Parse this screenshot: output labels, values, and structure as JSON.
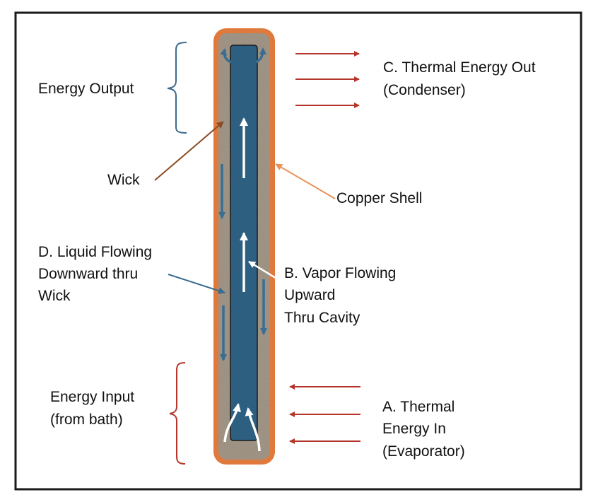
{
  "labels": {
    "energy_output": "Energy Output",
    "thermal_out": [
      "C. Thermal Energy Out",
      "(Condenser)"
    ],
    "wick": "Wick",
    "copper_shell": "Copper Shell",
    "liquid_flowing": [
      "D. Liquid Flowing",
      "Downward thru",
      "Wick"
    ],
    "vapor_flowing": [
      "B. Vapor Flowing",
      "Upward",
      "Thru Cavity"
    ],
    "energy_input": [
      "Energy Input",
      "(from bath)"
    ],
    "thermal_in": [
      "A. Thermal",
      "Energy In",
      "(Evaporator)"
    ]
  },
  "colors": {
    "copper": "#e07a3c",
    "wick": "#a89c8c",
    "cavity": "#2c5f80",
    "heat_arrow": "#b5352a",
    "vapor_arrow": "#ffffff",
    "liquid_arrow": "#3a6d92",
    "wick_pointer": "#8b4a22",
    "shell_pointer": "#e9925a",
    "liquid_pointer": "#3a6d92",
    "output_bracket": "#3d6b8f",
    "input_bracket": "#b5352a"
  }
}
